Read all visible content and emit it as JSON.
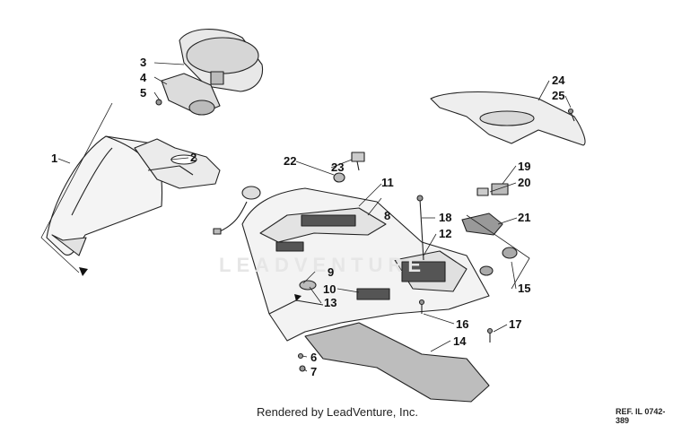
{
  "watermark": "LEADVENTURE",
  "callouts": [
    "1",
    "2",
    "3",
    "4",
    "5",
    "6",
    "7",
    "8",
    "9",
    "10",
    "11",
    "12",
    "13",
    "14",
    "15",
    "16",
    "17",
    "18",
    "19",
    "20",
    "21",
    "22",
    "23",
    "24",
    "25"
  ],
  "footer": {
    "credit": "Rendered by LeadVenture, Inc.",
    "ref": "REF. IL 0742-389"
  }
}
